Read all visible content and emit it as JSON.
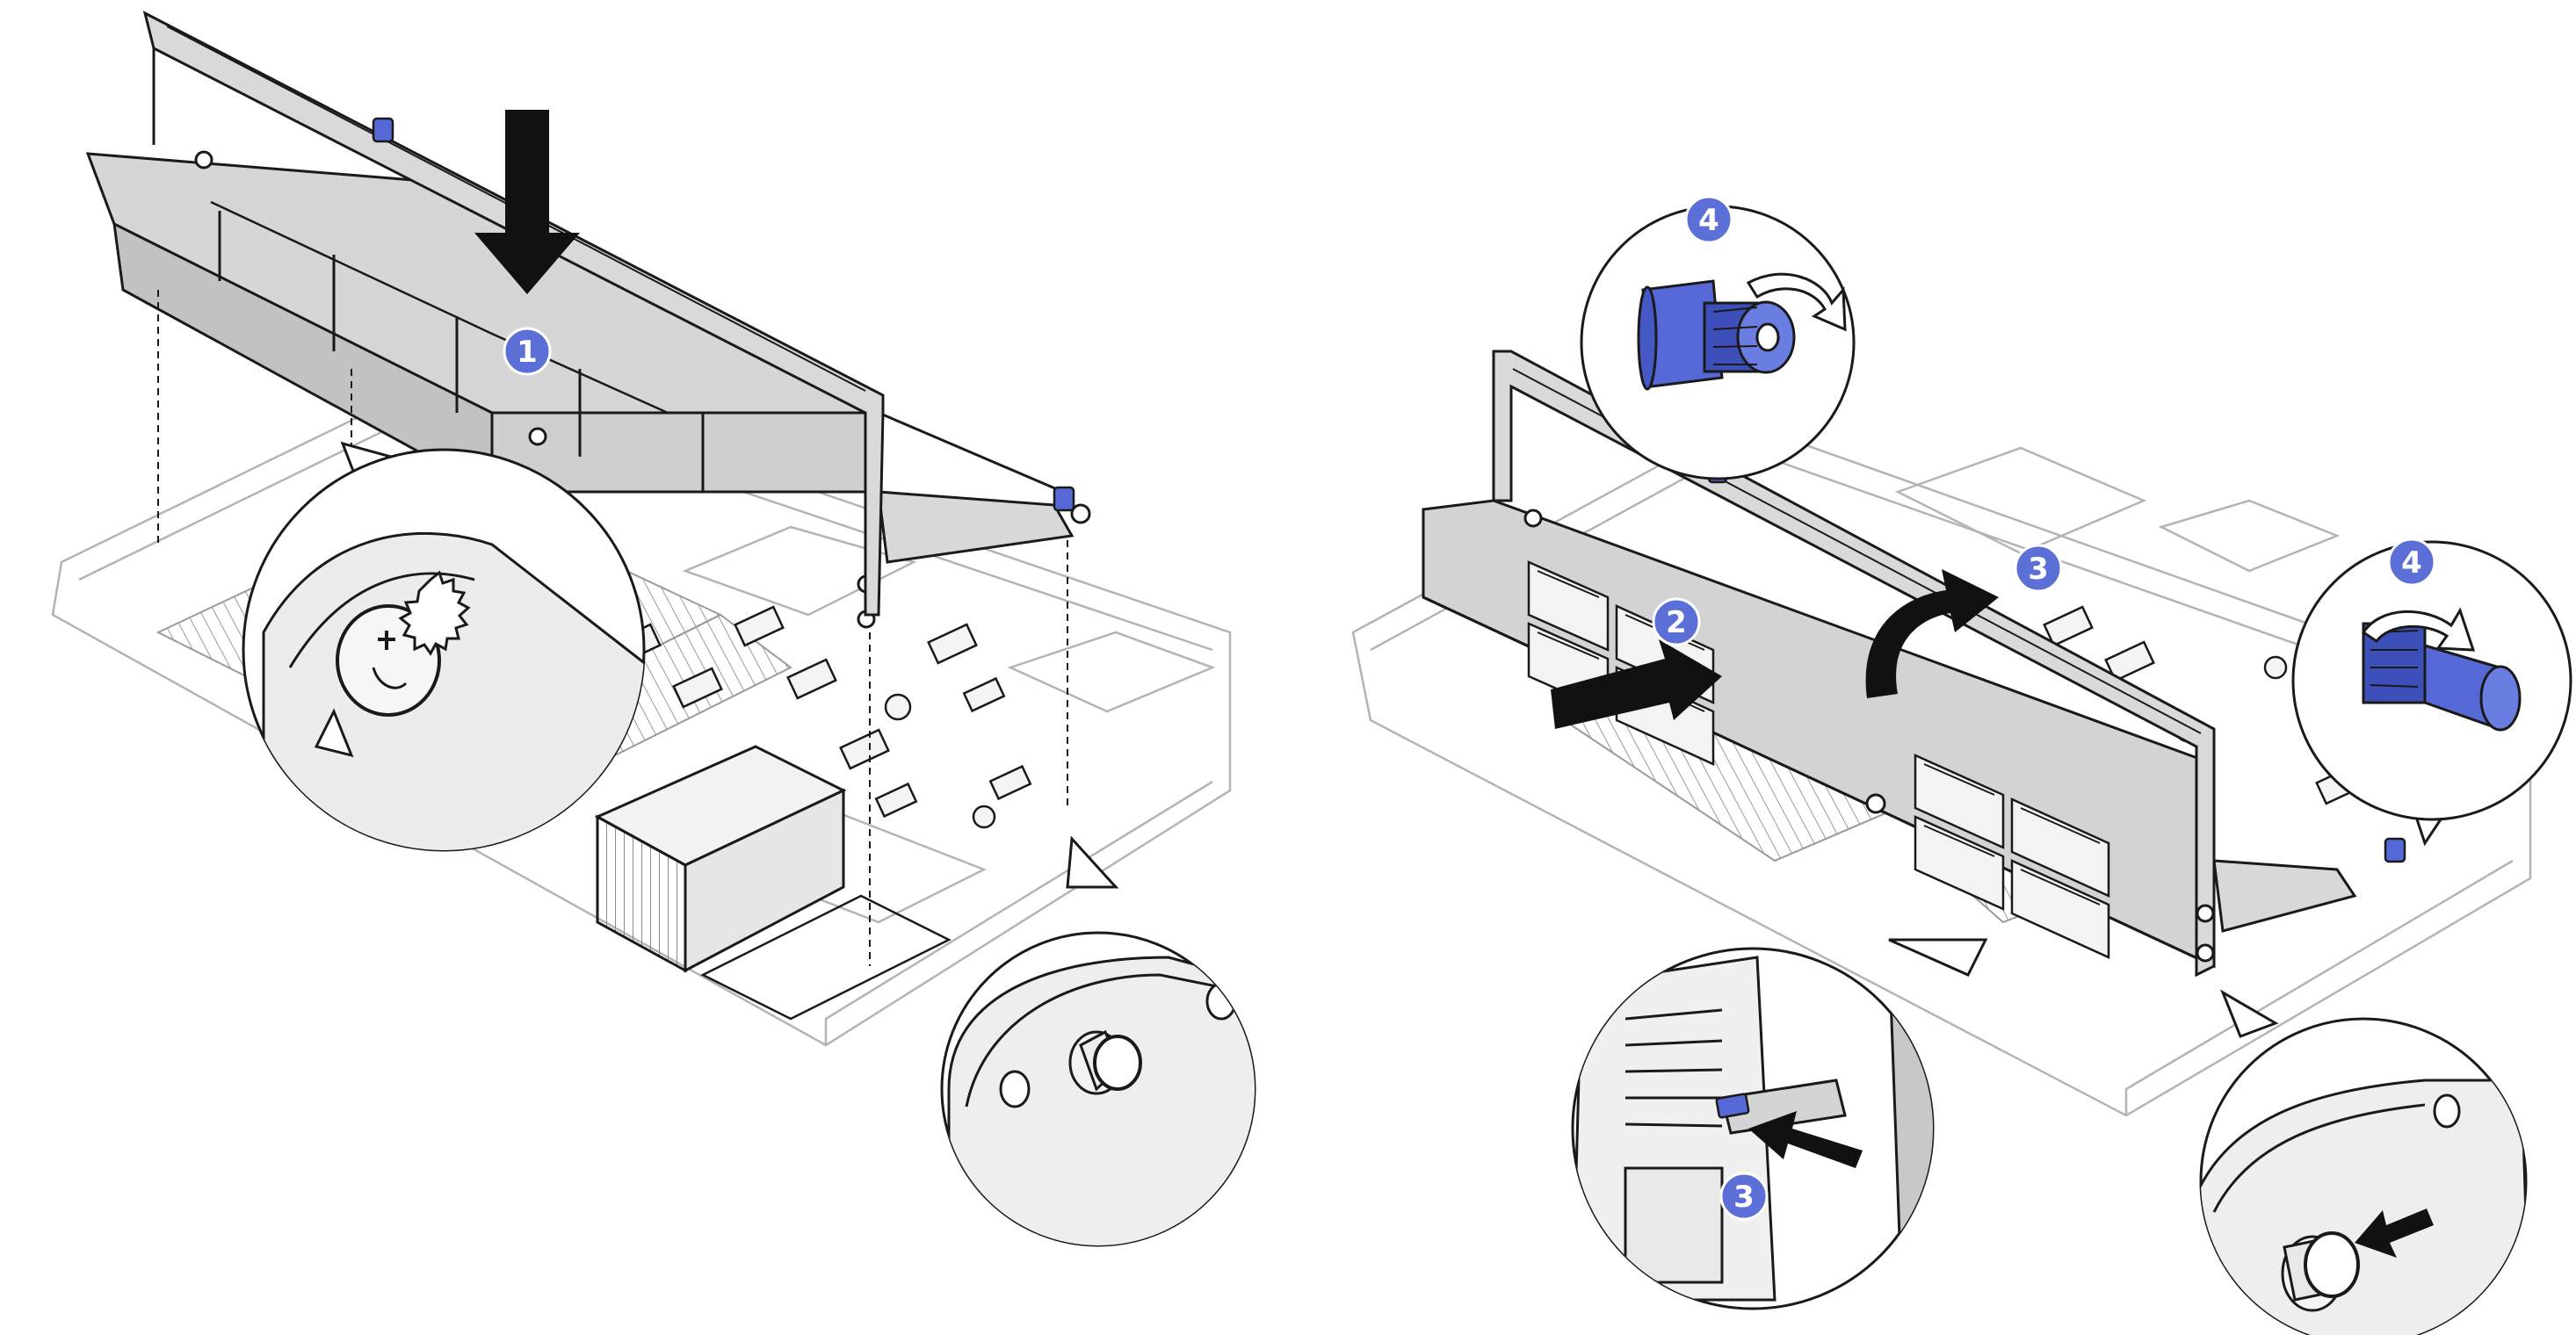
{
  "colors": {
    "line": "#1a1a1a",
    "light_line": "#b8b8b8",
    "cage_fill": "#dcdcdc",
    "cage_shade": "#bdbdbd",
    "accent_blue": "#5568d6",
    "accent_blue_dark": "#2f3fa8",
    "badge_fill": "#5b6fd6",
    "arrow_fill": "#111111"
  },
  "steps": {
    "left_step": "1",
    "slide_step": "2",
    "rotate_step": "3",
    "latch_step": "3",
    "plunger_top_step": "4",
    "plunger_right_step": "4"
  },
  "icons": {
    "down_arrow": "down-arrow-icon",
    "push_arrow": "right-arrow-icon",
    "rotate_arrow": "curved-arrow-icon",
    "rotate_hint": "rotate-arrow-icon"
  }
}
